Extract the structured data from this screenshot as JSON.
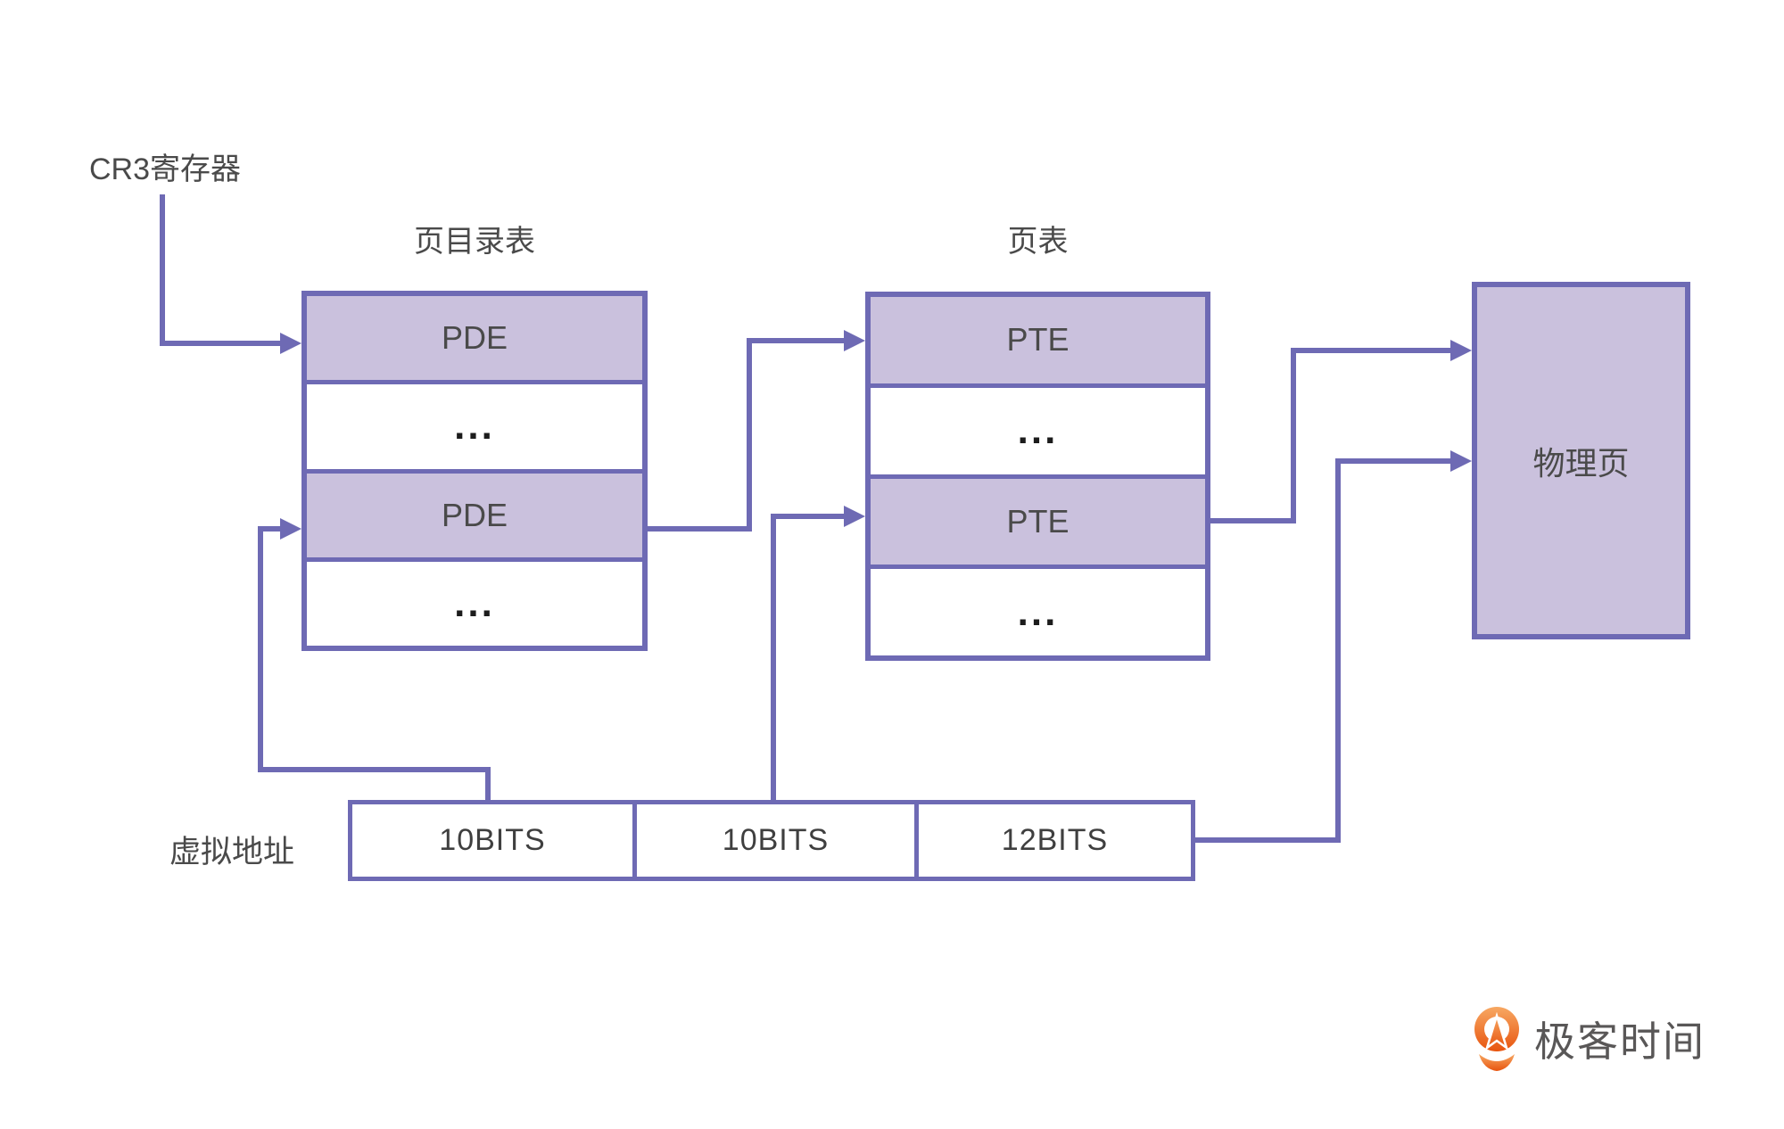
{
  "cr3": {
    "label": "CR3寄存器"
  },
  "directory_table": {
    "title": "页目录表",
    "rows": [
      "PDE",
      "...",
      "PDE",
      "..."
    ]
  },
  "page_table": {
    "title": "页表",
    "rows": [
      "PTE",
      "...",
      "PTE",
      "..."
    ]
  },
  "physical_page": {
    "label": "物理页"
  },
  "virtual_address": {
    "label": "虚拟地址",
    "fields": [
      "10BITS",
      "10BITS",
      "12BITS"
    ]
  },
  "footer_logo": {
    "brand": "极客时间"
  },
  "colors": {
    "line_purple": "#6e6ab4",
    "fill_lavender": "#cac1dd",
    "text_dark": "#4a4a4a",
    "logo_orange": "#e8540e",
    "logo_text": "#595757"
  }
}
